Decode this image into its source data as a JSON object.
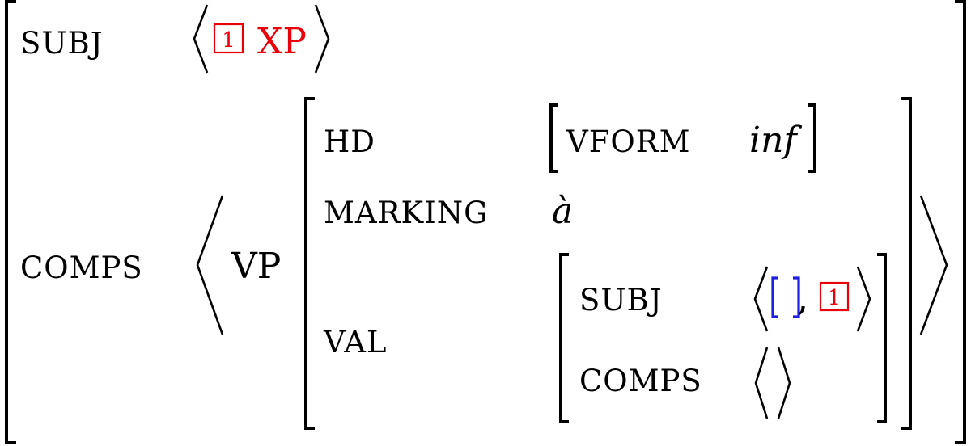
{
  "outer": {
    "subj_label": "SUBJ",
    "subj_tag": "1",
    "subj_value": "XP",
    "comps_label": "COMPS",
    "comps_category": "VP"
  },
  "vp": {
    "hd_label": "HD",
    "vform_label": "VFORM",
    "vform_value": "inf",
    "marking_label": "MARKING",
    "marking_value": "à",
    "val_label": "VAL",
    "val": {
      "subj_label": "SUBJ",
      "comma": ",",
      "subj_tag": "1",
      "comps_label": "COMPS"
    }
  },
  "colors": {
    "structure_sharing_tag": "#e8000b",
    "empty_feature_structure": "#1f1fe0"
  }
}
